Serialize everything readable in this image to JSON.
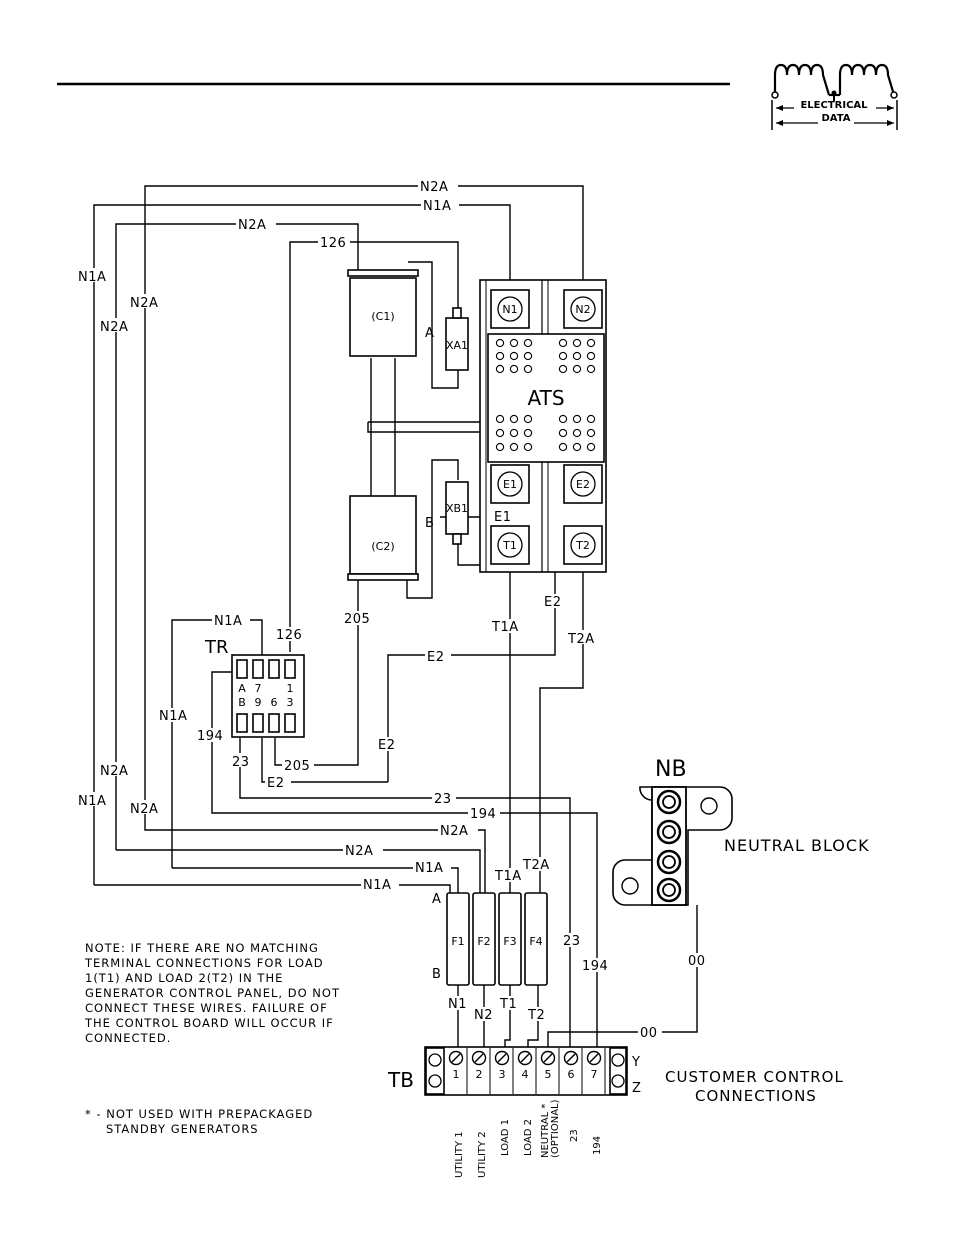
{
  "logo": {
    "line1": "ELECTRICAL",
    "line2": "DATA"
  },
  "components": {
    "ats": "ATS",
    "c1": "(C1)",
    "c2": "(C2)",
    "xa1": "XA1",
    "xb1": "XB1",
    "lead_a": "A",
    "lead_b": "B",
    "n1": "N1",
    "n2": "N2",
    "e1": "E1",
    "e2": "E2",
    "t1": "T1",
    "t2": "T2",
    "tr": "TR",
    "tr_top": [
      "A",
      "7",
      "",
      "1"
    ],
    "tr_bot": [
      "B",
      "9",
      "6",
      "3"
    ],
    "nb": "NB",
    "neutral_block": "NEUTRAL BLOCK",
    "tb": "TB",
    "fuse_a": "A",
    "fuse_b": "B",
    "fuses": [
      "F1",
      "F2",
      "F3",
      "F4"
    ]
  },
  "wires": {
    "n2a": "N2A",
    "n1a": "N1A",
    "w126": "126",
    "w205": "205",
    "e1": "E1",
    "e2": "E2",
    "t1a": "T1A",
    "t2a": "T2A",
    "w23": "23",
    "w194": "194",
    "w00": "00",
    "n1": "N1",
    "n2": "N2",
    "t1": "T1",
    "t2": "T2"
  },
  "terminal_block": {
    "numbers": [
      "1",
      "2",
      "3",
      "4",
      "5",
      "6",
      "7"
    ],
    "labels": [
      "UTILITY 1",
      "UTILITY 2",
      "LOAD 1",
      "LOAD 2",
      "NEUTRAL *",
      "23",
      "194"
    ],
    "neutral_sub": "(OPTIONAL)",
    "side_y": "Y",
    "side_z": "Z"
  },
  "customer": {
    "line1": "CUSTOMER CONTROL",
    "line2": "CONNECTIONS"
  },
  "note": {
    "lines": [
      "NOTE: IF THERE ARE NO MATCHING",
      "TERMINAL CONNECTIONS FOR LOAD",
      "1(T1) AND LOAD 2(T2) IN THE",
      "GENERATOR CONTROL PANEL, DO NOT",
      "CONNECT THESE WIRES. FAILURE OF",
      "THE CONTROL BOARD WILL OCCUR IF",
      "CONNECTED."
    ]
  },
  "footnote": {
    "line1": "* - NOT USED WITH PREPACKAGED",
    "line2": "STANDBY GENERATORS"
  }
}
